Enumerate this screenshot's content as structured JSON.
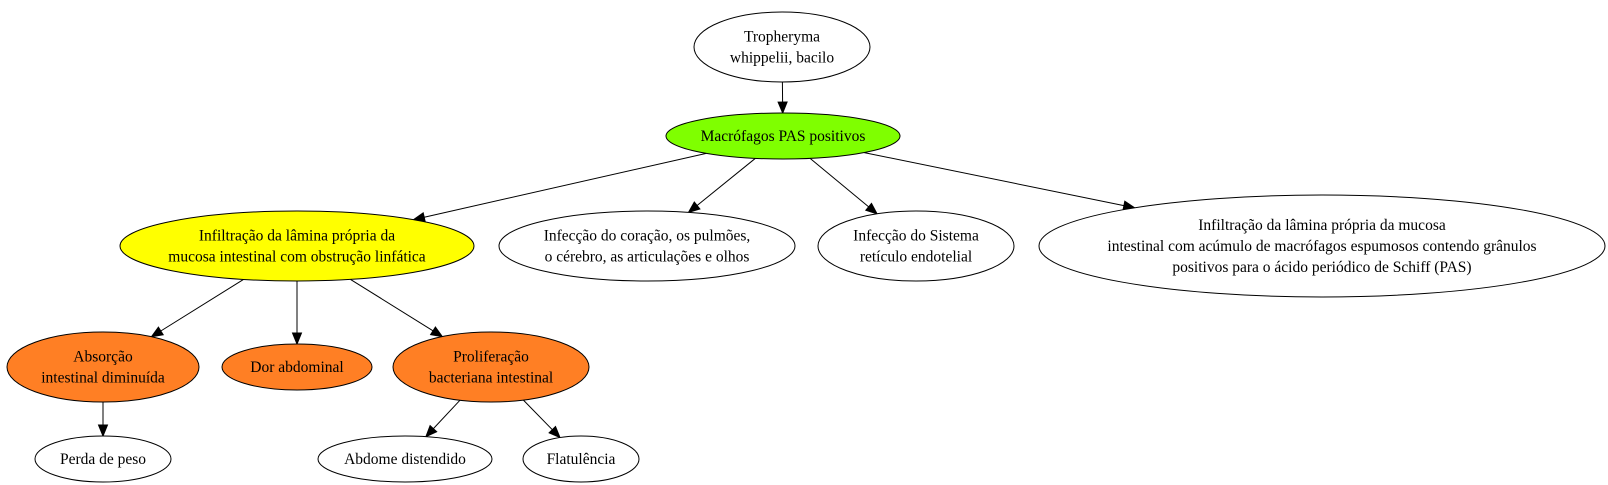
{
  "diagram": {
    "nodes": [
      {
        "id": "tropheryma",
        "lines": [
          "Tropheryma",
          "whippelii, bacilo"
        ],
        "fill": "#ffffff"
      },
      {
        "id": "macrofagos",
        "lines": [
          "Macrófagos PAS positivos"
        ],
        "fill": "#7fff00"
      },
      {
        "id": "infiltracao-linfatica",
        "lines": [
          "Infiltração da lâmina própria da",
          "mucosa intestinal com obstrução linfática"
        ],
        "fill": "#ffff00"
      },
      {
        "id": "infeccao-orgaos",
        "lines": [
          "Infecção do coração, os pulmões,",
          "o cérebro, as articulações e olhos"
        ],
        "fill": "#ffffff"
      },
      {
        "id": "infeccao-sistema",
        "lines": [
          "Infecção do Sistema",
          "retículo endotelial"
        ],
        "fill": "#ffffff"
      },
      {
        "id": "infiltracao-pas",
        "lines": [
          "Infiltração da lâmina própria da mucosa",
          "intestinal com acúmulo de macrófagos espumosos contendo grânulos",
          "positivos para o ácido periódico de Schiff (PAS)"
        ],
        "fill": "#ffffff"
      },
      {
        "id": "absorcao",
        "lines": [
          "Absorção",
          "intestinal diminuída"
        ],
        "fill": "#ff7f24"
      },
      {
        "id": "dor-abdominal",
        "lines": [
          "Dor abdominal"
        ],
        "fill": "#ff7f24"
      },
      {
        "id": "proliferacao",
        "lines": [
          "Proliferação",
          "bacteriana intestinal"
        ],
        "fill": "#ff7f24"
      },
      {
        "id": "perda-peso",
        "lines": [
          "Perda de peso"
        ],
        "fill": "#ffffff"
      },
      {
        "id": "abdome-distendido",
        "lines": [
          "Abdome distendido"
        ],
        "fill": "#ffffff"
      },
      {
        "id": "flatulencia",
        "lines": [
          "Flatulência"
        ],
        "fill": "#ffffff"
      }
    ],
    "edges": [
      {
        "from": "tropheryma",
        "to": "macrofagos"
      },
      {
        "from": "macrofagos",
        "to": "infiltracao-linfatica"
      },
      {
        "from": "macrofagos",
        "to": "infeccao-orgaos"
      },
      {
        "from": "macrofagos",
        "to": "infeccao-sistema"
      },
      {
        "from": "macrofagos",
        "to": "infiltracao-pas"
      },
      {
        "from": "infiltracao-linfatica",
        "to": "absorcao"
      },
      {
        "from": "infiltracao-linfatica",
        "to": "dor-abdominal"
      },
      {
        "from": "infiltracao-linfatica",
        "to": "proliferacao"
      },
      {
        "from": "absorcao",
        "to": "perda-peso"
      },
      {
        "from": "proliferacao",
        "to": "abdome-distendido"
      },
      {
        "from": "proliferacao",
        "to": "flatulencia"
      }
    ]
  }
}
